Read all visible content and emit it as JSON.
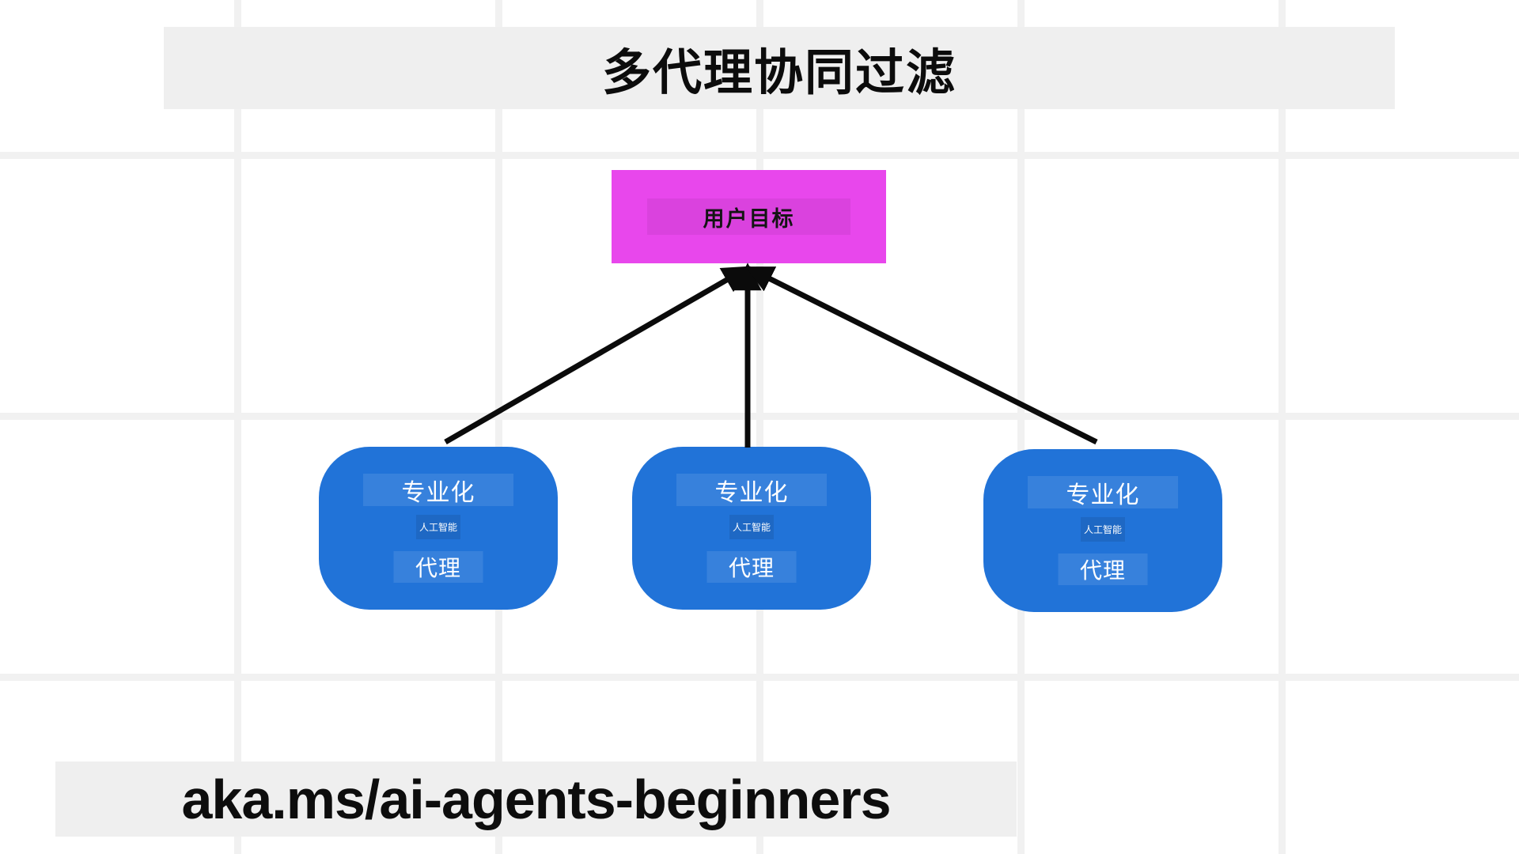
{
  "canvas": {
    "background_color": "#ffffff",
    "grid_line_color": "#f1f1f1"
  },
  "title_banner": {
    "label": "多代理协同过滤",
    "background_color": "#efefef"
  },
  "goal_node": {
    "label": "用户目标",
    "fill_color": "#e847ec"
  },
  "agents": [
    {
      "specialization_label": "专业化",
      "subtitle_label": "人工智能",
      "role_label": "代理",
      "fill_color": "#2173d8"
    },
    {
      "specialization_label": "专业化",
      "subtitle_label": "人工智能",
      "role_label": "代理",
      "fill_color": "#2173d8"
    },
    {
      "specialization_label": "专业化",
      "subtitle_label": "人工智能",
      "role_label": "代理",
      "fill_color": "#2173d8"
    }
  ],
  "edges": [
    {
      "from": "agent-1",
      "to": "goal",
      "color": "#0b0b0b"
    },
    {
      "from": "agent-2",
      "to": "goal",
      "color": "#0b0b0b"
    },
    {
      "from": "agent-3",
      "to": "goal",
      "color": "#0b0b0b"
    }
  ],
  "footer_banner": {
    "label": "aka.ms/ai-agents-beginners",
    "background_color": "#efefef"
  }
}
